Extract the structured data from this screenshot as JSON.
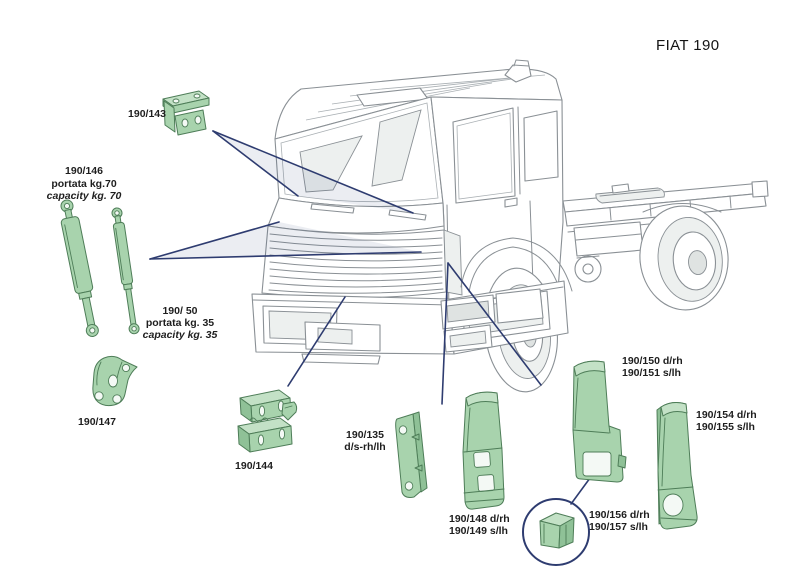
{
  "title": "FIAT 190",
  "colors": {
    "part_green": "#a8d3ad",
    "part_outline": "#4e7d58",
    "leader_blue": "#2e3c70",
    "drawing_gray": "#8a9095"
  },
  "parts": {
    "p143": {
      "label": "190/143"
    },
    "p146": {
      "code": "190/146",
      "portata": "portata kg.70",
      "capacity": "capacity kg. 70"
    },
    "p50": {
      "code": "190/ 50",
      "portata": "portata kg. 35",
      "capacity": "capacity kg. 35"
    },
    "p147": {
      "label": "190/147"
    },
    "p144": {
      "label": "190/144"
    },
    "p135": {
      "code": "190/135",
      "variant": "d/s-rh/lh"
    },
    "p148": {
      "line1": "190/148 d/rh",
      "line2": "190/149 s/lh"
    },
    "p150": {
      "line1": "190/150 d/rh",
      "line2": "190/151 s/lh"
    },
    "p154": {
      "line1": "190/154 d/rh",
      "line2": "190/155 s/lh"
    },
    "p156": {
      "line1": "190/156 d/rh",
      "line2": "190/157 s/lh"
    }
  }
}
